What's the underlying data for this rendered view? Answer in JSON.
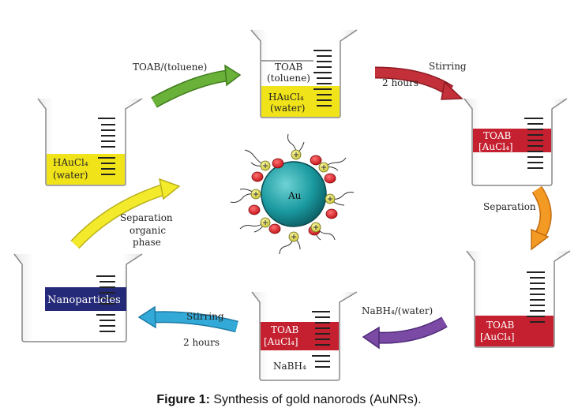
{
  "colors": {
    "yellow": "#f1e31a",
    "red": "#c4202f",
    "navy": "#252a78",
    "gold_core": "#1a9aa0",
    "arrow_green": "#6ab13a",
    "arrow_red": "#c4303a",
    "arrow_orange": "#f39a24",
    "arrow_purple": "#7b4aa5",
    "arrow_cyan": "#33a9d8",
    "arrow_yellow": "#f3ea2b"
  },
  "beakers": {
    "b1": {
      "line1": "HAuCl₄",
      "line2": "(water)"
    },
    "b2": {
      "top1": "TOAB",
      "top2": "(toluene)",
      "line1": "HAuCl₄",
      "line2": "(water)"
    },
    "b3": {
      "line1": "TOAB",
      "line2": "[AuCl₄]"
    },
    "b4": {
      "line1": "TOAB",
      "line2": "[AuCl₄]"
    },
    "b5": {
      "line1": "TOAB",
      "line2": "[AuCl₄]",
      "bottom": "NaBH₄"
    },
    "b6": {
      "line1": "Nanoparticles"
    }
  },
  "arrows": {
    "a1": "TOAB/(toluene)",
    "a2_line1": "Stirring",
    "a2_line2": "2 hours",
    "a3": "Separation",
    "a4": "NaBH₄/(water)",
    "a5_line1": "Stirring",
    "a5_line2": "2 hours",
    "a6_line1": "Separation",
    "a6_line2": "organic",
    "a6_line3": "phase"
  },
  "center": {
    "core_label": "Au"
  },
  "caption": {
    "label": "Figure 1:",
    "text": " Synthesis of gold nanorods (AuNRs)."
  }
}
